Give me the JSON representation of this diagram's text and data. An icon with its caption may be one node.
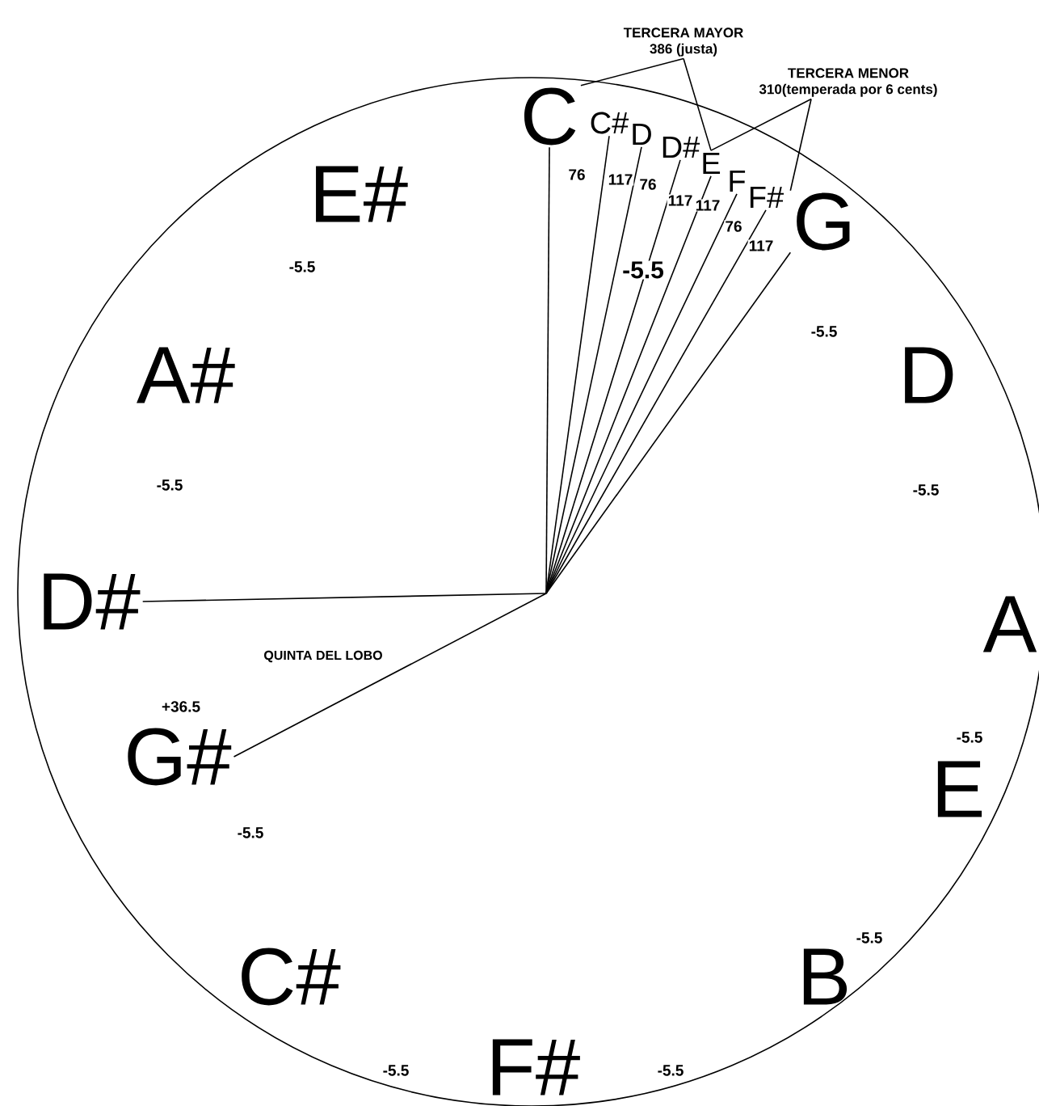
{
  "diagram": {
    "nodes": [
      {
        "text": [
          "C"
        ]
      },
      {
        "text": [
          "C#"
        ]
      },
      {
        "text": [
          "D"
        ]
      },
      {
        "text": [
          "D#"
        ]
      },
      {
        "text": [
          "E"
        ]
      },
      {
        "text": [
          "F"
        ]
      },
      {
        "text": [
          "F#"
        ]
      },
      {
        "text": [
          "G"
        ]
      },
      {
        "text": [
          "D"
        ]
      },
      {
        "text": [
          "A"
        ]
      },
      {
        "text": [
          "E"
        ]
      },
      {
        "text": [
          "B"
        ]
      },
      {
        "text": [
          "F#"
        ]
      },
      {
        "text": [
          "C#"
        ]
      },
      {
        "text": [
          "G#"
        ]
      },
      {
        "text": [
          "D#"
        ]
      },
      {
        "text": [
          "A#"
        ]
      },
      {
        "text": [
          "E#"
        ]
      },
      {
        "text": [
          "TERCERA MAYOR",
          "386 (justa)"
        ]
      },
      {
        "text": [
          "TERCERA MENOR",
          "310(temperada por 6 cents)"
        ]
      }
    ],
    "edges": [
      {
        "from": null,
        "to": 0,
        "arrow": "none"
      },
      {
        "from": null,
        "to": 1,
        "arrow": "none"
      },
      {
        "from": null,
        "to": 2,
        "arrow": "none"
      },
      {
        "from": null,
        "to": 3,
        "arrow": "none"
      },
      {
        "from": null,
        "to": 4,
        "arrow": "none"
      },
      {
        "from": null,
        "to": 5,
        "arrow": "none"
      },
      {
        "from": null,
        "to": 6,
        "arrow": "none"
      },
      {
        "from": null,
        "to": 7,
        "arrow": "none"
      },
      {
        "from": null,
        "to": 15,
        "arrow": "none"
      },
      {
        "from": null,
        "to": 14,
        "arrow": "none"
      },
      {
        "from": 18,
        "to": 0,
        "arrow": "none"
      },
      {
        "from": 18,
        "to": 4,
        "arrow": "none"
      },
      {
        "from": 19,
        "to": 4,
        "arrow": "none"
      },
      {
        "from": 19,
        "to": 7,
        "arrow": "none"
      }
    ],
    "labels": [
      "76",
      "117",
      "76",
      "117",
      "117",
      "76",
      "117",
      "-5.5",
      "-5.5",
      "-5.5",
      "-5.5",
      "-5.5",
      "QUINTA DEL LOBO",
      "+36.5",
      "-5.5",
      "-5.5",
      "-5.5",
      "-5.5",
      "-5.5"
    ]
  }
}
